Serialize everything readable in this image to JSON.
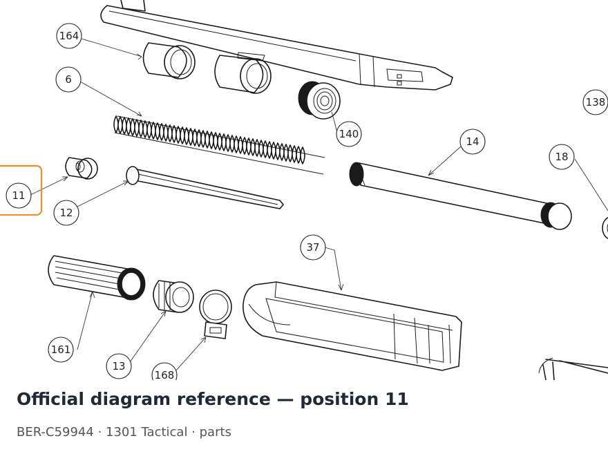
{
  "diagram": {
    "callouts": [
      {
        "id": "164",
        "label": "164"
      },
      {
        "id": "6",
        "label": "6"
      },
      {
        "id": "140",
        "label": "140"
      },
      {
        "id": "138",
        "label": "138"
      },
      {
        "id": "14",
        "label": "14"
      },
      {
        "id": "18",
        "label": "18"
      },
      {
        "id": "11",
        "label": "11"
      },
      {
        "id": "12",
        "label": "12"
      },
      {
        "id": "37",
        "label": "37"
      },
      {
        "id": "161",
        "label": "161"
      },
      {
        "id": "13",
        "label": "13"
      },
      {
        "id": "168",
        "label": "168"
      }
    ],
    "highlighted": "11",
    "highlight_color": "#e8922e"
  },
  "caption": {
    "title": "Official diagram reference — position 11",
    "subtitle": "BER-C59944 · 1301 Tactical · parts"
  }
}
